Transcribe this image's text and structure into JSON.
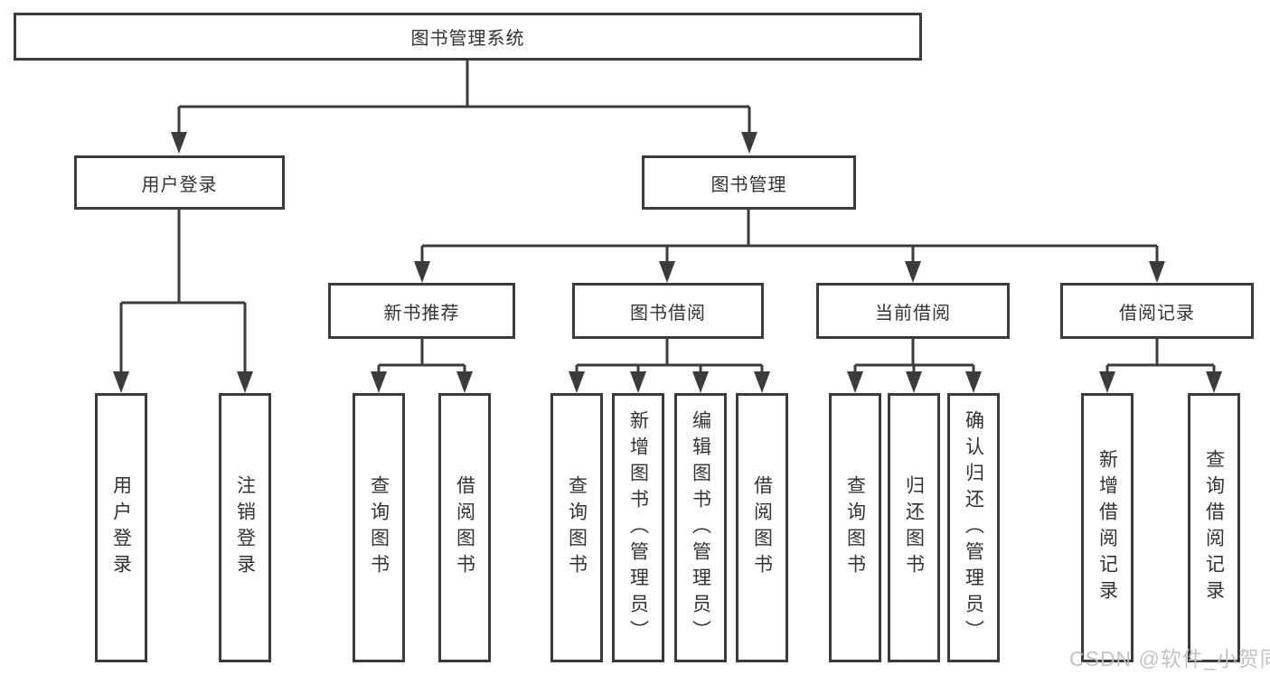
{
  "diagram": {
    "title": "图书管理系统",
    "nodes": {
      "root": "图书管理系统",
      "branches": [
        "用户登录",
        "图书管理"
      ],
      "modules": [
        "新书推荐",
        "图书借阅",
        "当前借阅",
        "借阅记录"
      ],
      "user_leaves": [
        "用户登录",
        "注销登录"
      ],
      "recommend_leaves": [
        "查询图书",
        "借阅图书"
      ],
      "borrow_leaves": [
        "查询图书",
        "新增图书（管理员）",
        "编辑图书（管理员）",
        "借阅图书"
      ],
      "current_leaves": [
        "查询图书",
        "归还图书",
        "确认归还（管理员）"
      ],
      "record_leaves": [
        "新增借阅记录",
        "查询借阅记录"
      ]
    },
    "colors": {
      "line": "#3b3b3b",
      "text": "#333333",
      "watermark": "#bdbdbd",
      "background": "#ffffff"
    }
  },
  "watermark": "CSDN @软件_小贺同学"
}
